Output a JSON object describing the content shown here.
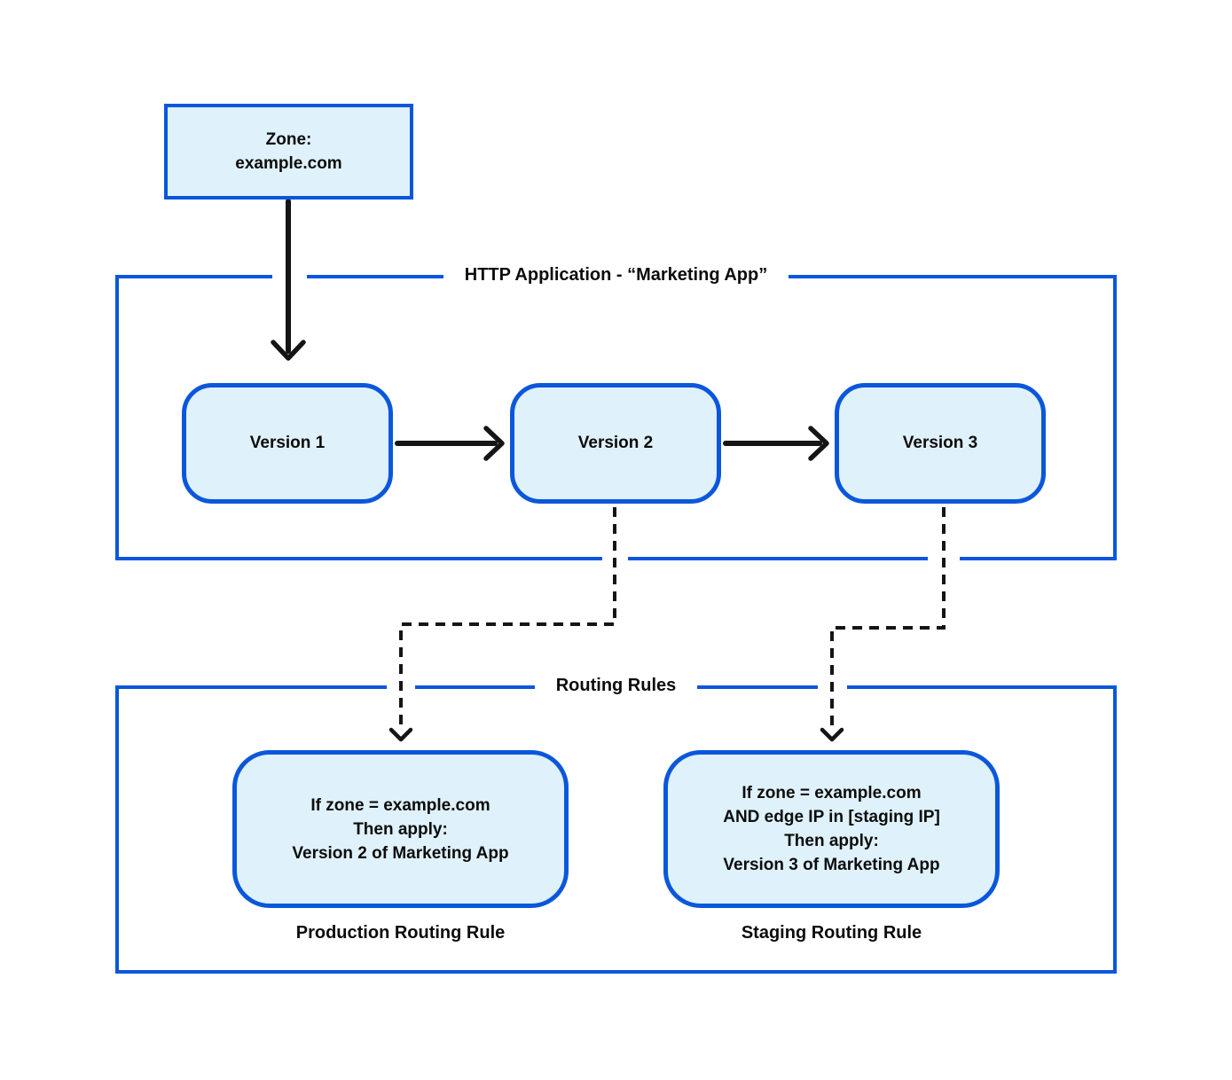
{
  "zone_box": {
    "line1": "Zone:",
    "line2": "example.com"
  },
  "http_app": {
    "title": "HTTP Application - “Marketing App”",
    "versions": [
      {
        "label": "Version 1"
      },
      {
        "label": "Version 2"
      },
      {
        "label": "Version 3"
      }
    ]
  },
  "routing_rules": {
    "title": "Routing Rules",
    "production": {
      "lines": [
        "If zone = example.com",
        "Then apply:",
        "Version 2 of Marketing App"
      ],
      "caption": "Production Routing Rule"
    },
    "staging": {
      "lines": [
        "If zone = example.com",
        "AND edge IP in [staging IP]",
        "Then apply:",
        "Version 3 of Marketing App"
      ],
      "caption": "Staging Routing Rule"
    }
  },
  "colors": {
    "accent_blue": "#0B57DC",
    "box_fill": "#DFF1FA",
    "arrow_black": "#151515",
    "text": "#0C0C0C"
  }
}
